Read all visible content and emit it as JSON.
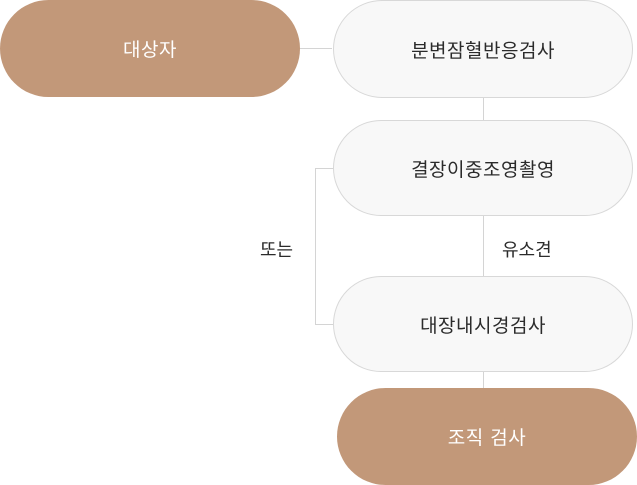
{
  "flow": {
    "target": "대상자",
    "step1": "분변잠혈반응검사",
    "step2": "결장이중조영촬영",
    "alternative_label": "또는",
    "finding_label": "유소견",
    "step3": "대장내시경검사",
    "result": "조직 검사"
  },
  "colors": {
    "accent": "#c29879",
    "node_background": "#f8f8f8",
    "node_border": "#d8d8d8",
    "connector": "#d4d4d4"
  }
}
